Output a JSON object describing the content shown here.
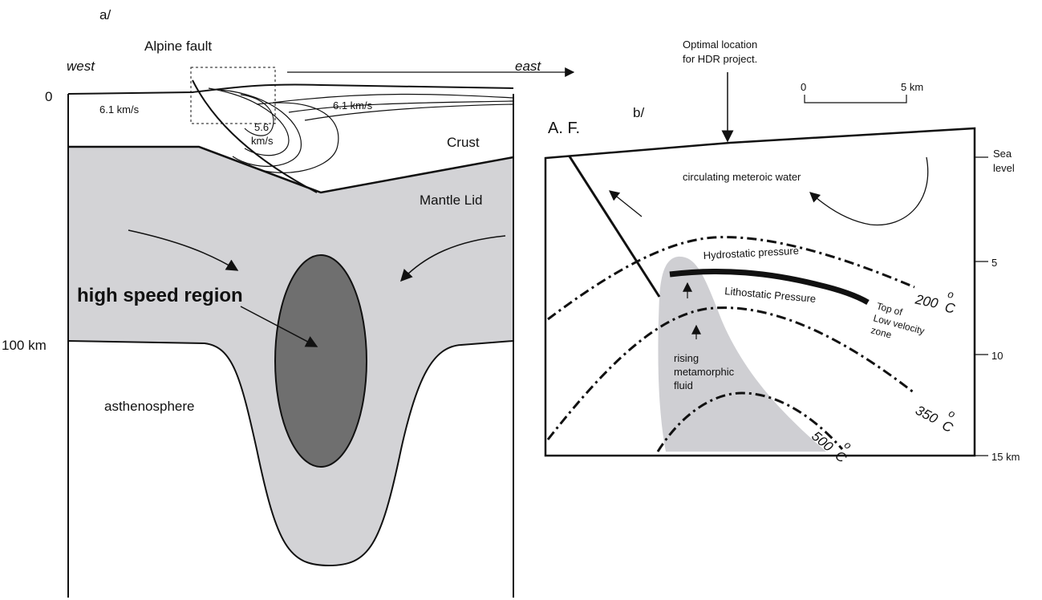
{
  "panel_a": {
    "label": "a/",
    "fault_label": "Alpine fault",
    "west": "west",
    "east": "east",
    "depth_0": "0",
    "depth_100": "100 km",
    "vel_left": "6.1 km/s",
    "vel_right": "6.1 km/s",
    "vel_mid_1": "5.6",
    "vel_mid_2": "km/s",
    "crust": "Crust",
    "mantle_lid": "Mantle Lid",
    "high_speed": "high speed region",
    "asthenosphere": "asthenosphere",
    "colors": {
      "mantle": "#d3d3d6",
      "high_speed": "#6f6f6f",
      "outline": "#111111"
    }
  },
  "panel_b": {
    "label": "b/",
    "fault_abbrev": "A. F.",
    "hdr_1": "Optimal location",
    "hdr_2": "for HDR project.",
    "scale_0": "0",
    "scale_5": "5 km",
    "meteoric": "circulating meteroic water",
    "hydrostatic": "Hydrostatic pressure",
    "lithostatic": "Lithostatic Pressure",
    "top_lvz_1": "Top of",
    "top_lvz_2": "Low velocity",
    "top_lvz_3": "zone",
    "rising_1": "rising",
    "rising_2": "metamorphic",
    "rising_3": "fluid",
    "iso_200": "200",
    "iso_350": "350",
    "iso_500": "500",
    "deg_o": "o",
    "deg_c": "C",
    "sea_1": "Sea",
    "sea_2": "level",
    "tick_5": "5",
    "tick_10": "10",
    "tick_15": "15 km",
    "colors": {
      "fluid": "#cfcfd3"
    }
  }
}
